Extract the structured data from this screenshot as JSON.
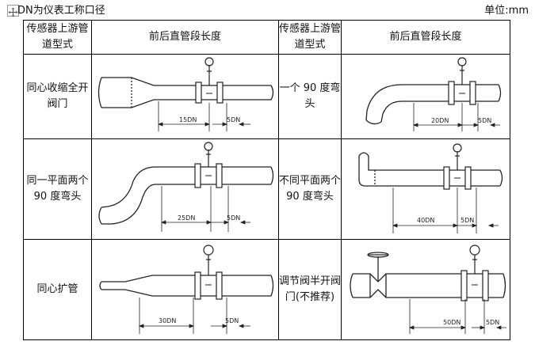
{
  "header": {
    "note": "DN为仪表工称口径",
    "unit": "单位:mm"
  },
  "table": {
    "col_type": "传感器上游管道型式",
    "col_length": "前后直管段长度",
    "rows": [
      {
        "left": {
          "label": "同心收缩全开阀门",
          "up": "15DN",
          "down": "5DN"
        },
        "right": {
          "label": "一个 90 度弯头",
          "up": "20DN",
          "down": "5DN"
        }
      },
      {
        "left": {
          "label": "同一平面两个 90 度弯头",
          "up": "25DN",
          "down": "5DN"
        },
        "right": {
          "label": "不同平面两个 90 度弯头",
          "up": "40DN",
          "down": "5DN"
        }
      },
      {
        "left": {
          "label": "同心扩管",
          "up": "30DN",
          "down": "5DN"
        },
        "right": {
          "label": "调节阀半开阀门(不推荐)",
          "up": "50DN",
          "down": "5DN"
        }
      }
    ]
  }
}
